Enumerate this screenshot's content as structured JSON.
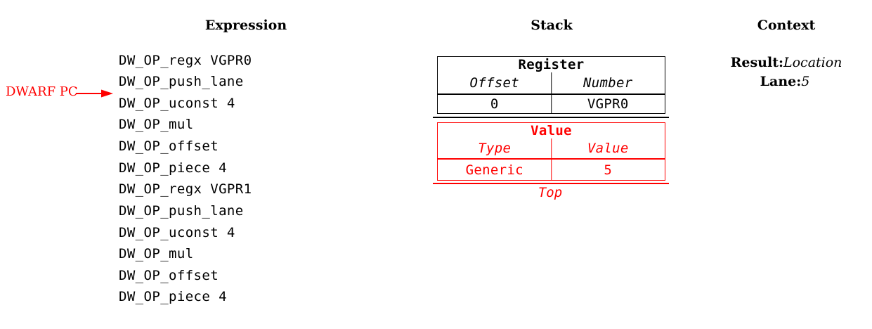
{
  "headings": {
    "expression": "Expression",
    "stack": "Stack",
    "context": "Context"
  },
  "expression": {
    "items": [
      "DW_OP_regx VGPR0",
      "DW_OP_push_lane",
      "DW_OP_uconst 4",
      "DW_OP_mul",
      "DW_OP_offset",
      "DW_OP_piece 4",
      "DW_OP_regx VGPR1",
      "DW_OP_push_lane",
      "DW_OP_uconst 4",
      "DW_OP_mul",
      "DW_OP_offset",
      "DW_OP_piece 4"
    ],
    "pc_marker_label": "DWARF PC"
  },
  "stack": {
    "entries": [
      {
        "title": "Register",
        "headers": [
          "Offset",
          "Number"
        ],
        "values": [
          "0",
          "VGPR0"
        ],
        "color": "#000000"
      },
      {
        "title": "Value",
        "headers": [
          "Type",
          "Value"
        ],
        "values": [
          "Generic",
          "5"
        ],
        "color": "#ff0000"
      }
    ],
    "top_label": "Top"
  },
  "context": {
    "rows": [
      {
        "label": "Result:",
        "value": "Location"
      },
      {
        "label": "Lane:",
        "value": "5"
      }
    ]
  },
  "colors": {
    "marker_red": "#ff0000",
    "ink_black": "#000000"
  }
}
